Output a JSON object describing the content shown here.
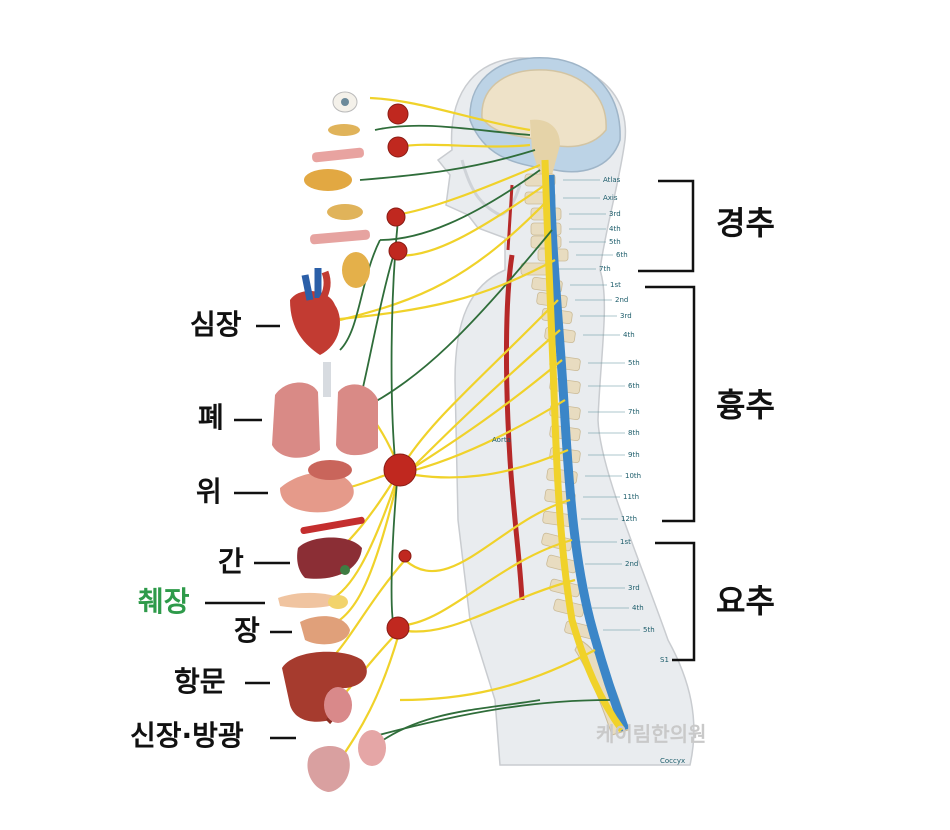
{
  "organ_labels": {
    "heart": "심장",
    "lung": "폐",
    "stomach": "위",
    "liver": "간",
    "pancreas": "췌장",
    "intestine": "장",
    "anus": "항문",
    "kidney_bladder": "신장·방광"
  },
  "region_labels": {
    "cervical": "경추",
    "thoracic": "흉추",
    "lumbar": "요추"
  },
  "vertebra_labels": {
    "cervical": [
      "Atlas",
      "Axis",
      "3rd",
      "4th",
      "5th",
      "6th",
      "7th"
    ],
    "thoracic": [
      "1st",
      "2nd",
      "3rd",
      "4th",
      "5th",
      "6th",
      "7th",
      "8th",
      "9th",
      "10th",
      "11th",
      "12th"
    ],
    "lumbar": [
      "1st",
      "2nd",
      "3rd",
      "4th",
      "5th"
    ],
    "sacrum": "S1",
    "coccyx": "Coccyx"
  },
  "aorta_label": "Aorta",
  "watermark": "케이림한의원",
  "colors": {
    "highlight": "#2e9a4a",
    "nerve_yellow": "#f0d22a",
    "nerve_green": "#2f6d3a",
    "ganglion_red": "#c0281f",
    "spine_blue": "#3b86c8"
  }
}
